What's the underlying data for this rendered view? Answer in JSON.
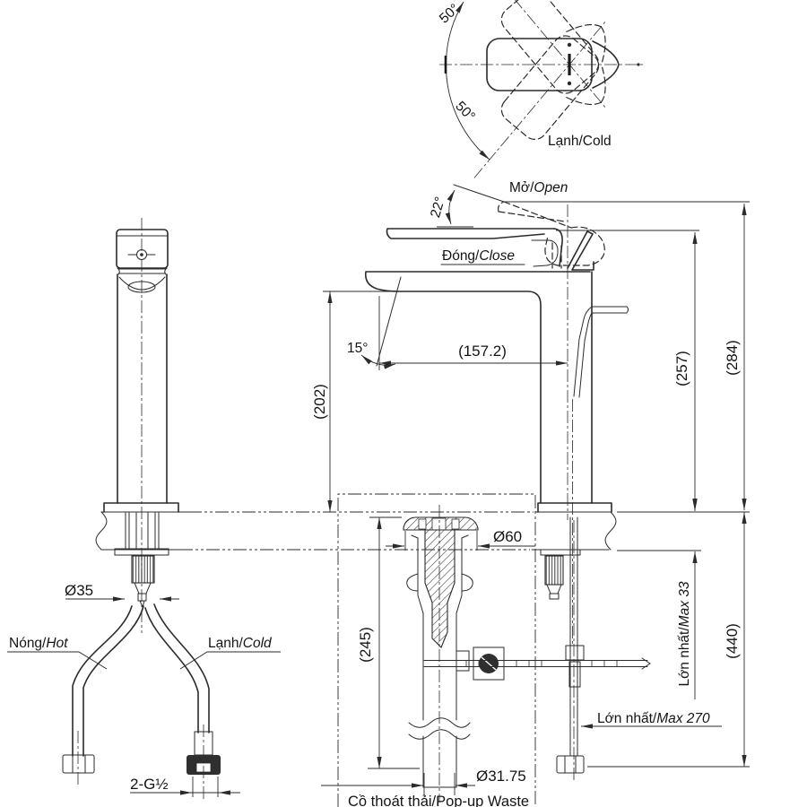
{
  "title": "Faucet technical drawing",
  "colors": {
    "line": "#2b2b2b",
    "text": "#141414",
    "background": "#ffffff"
  },
  "top_view": {
    "angle_upper": "50°",
    "angle_lower": "50°",
    "cold": "Lạnh/Cold"
  },
  "side_view": {
    "open_vi": "Mở/",
    "open_en": "Open",
    "close_vi": "Đóng/",
    "close_en": "Close",
    "handle_angle": "22°",
    "spout_angle": "15°",
    "spout_reach": "(157.2)",
    "spout_height": "(202)",
    "handle_height": "(257)",
    "total_height": "(284)",
    "deck_max_vi": "Lớn nhất/",
    "deck_max_en": "Max 33",
    "hose_length": "(440)",
    "rod_max_vi": "Lớn nhất/",
    "rod_max_en": "Max 270"
  },
  "popup_waste": {
    "flange_dia": "Ø60",
    "body_length": "(245)",
    "tail_dia": "Ø31.75",
    "label": "Cồ thoát thải/Pop-up Waste"
  },
  "front_view": {
    "shank_dia": "Ø35",
    "hot_vi": "Nóng/",
    "hot_en": "Hot",
    "cold_vi": "Lạnh/",
    "cold_en": "Cold",
    "thread": "2-G½"
  }
}
